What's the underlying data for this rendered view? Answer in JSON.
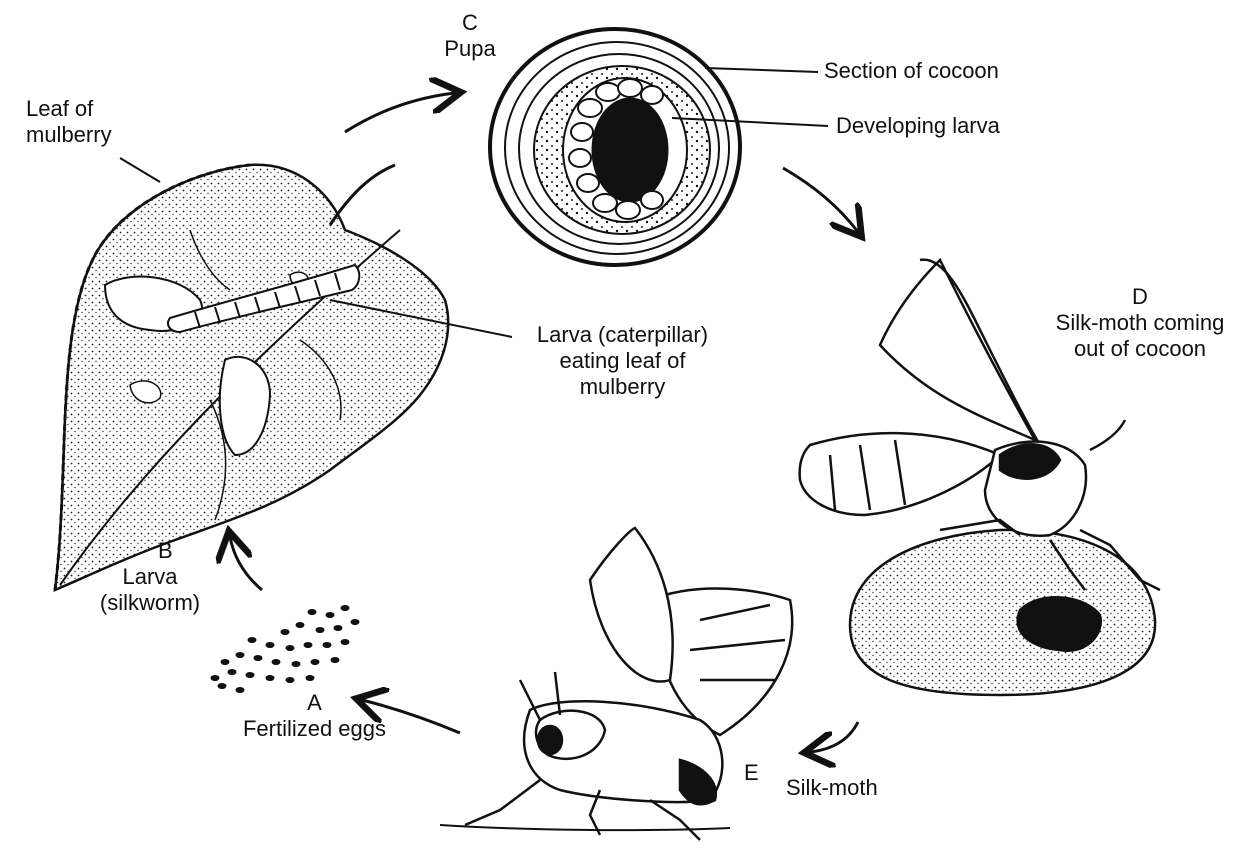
{
  "labels": {
    "leaf": [
      "Leaf of",
      "mulberry"
    ],
    "pupa_letter": "C",
    "pupa": "Pupa",
    "section_of_cocoon": "Section of cocoon",
    "developing_larva": "Developing larva",
    "larva_caterpillar": [
      "Larva (caterpillar)",
      "eating leaf of",
      "mulberry"
    ],
    "moth_emerging_letter": "D",
    "moth_emerging": [
      "Silk-moth coming",
      "out of cocoon"
    ],
    "larva_letter": "B",
    "larva_silkworm": [
      "Larva",
      "(silkworm)"
    ],
    "eggs_letter": "A",
    "eggs": "Fertilized eggs",
    "moth_letter": "E",
    "moth": "Silk-moth"
  }
}
